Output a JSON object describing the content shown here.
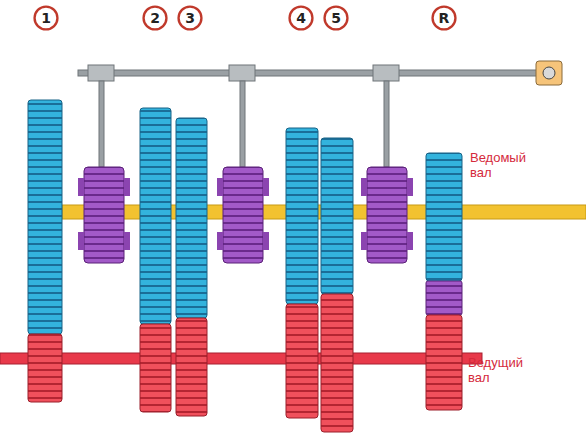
{
  "diagram": {
    "nodes": [
      {
        "text": [
          "1"
        ]
      },
      {
        "text": [
          "2"
        ]
      },
      {
        "text": [
          "3"
        ]
      },
      {
        "text": [
          "4"
        ]
      },
      {
        "text": [
          "5"
        ]
      },
      {
        "text": [
          "R"
        ]
      }
    ],
    "labels": [
      "Ведомый вал",
      "Ведущий вал"
    ]
  }
}
